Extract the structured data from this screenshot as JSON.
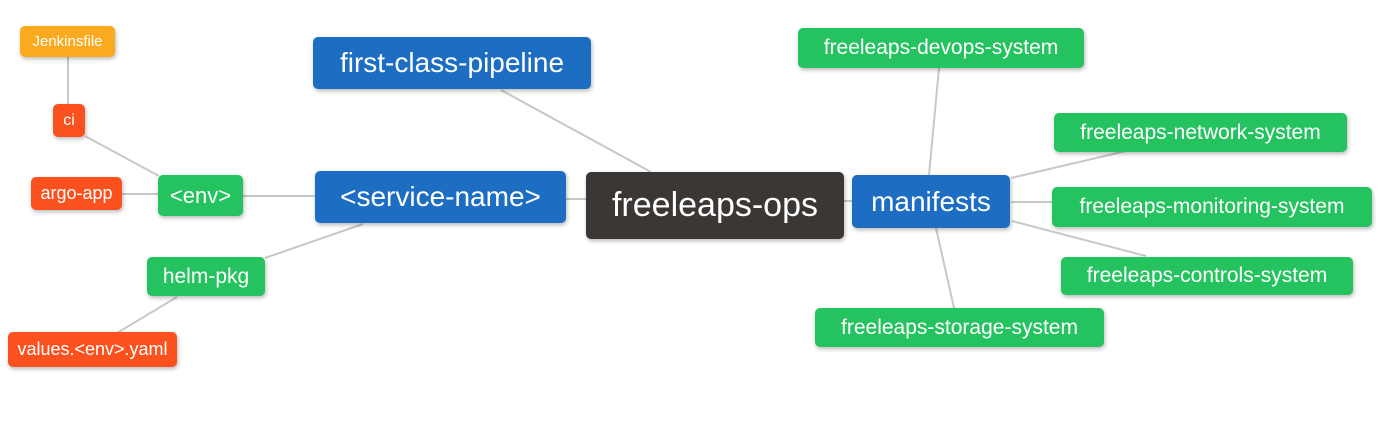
{
  "diagram": {
    "title": "freeleaps-ops repository mindmap",
    "root": "freeleaps-ops",
    "nodes": [
      {
        "id": "jenkinsfile",
        "label": "Jenkinsfile",
        "color": "orange"
      },
      {
        "id": "ci",
        "label": "ci",
        "color": "red"
      },
      {
        "id": "argo-app",
        "label": "argo-app",
        "color": "red"
      },
      {
        "id": "env",
        "label": "<env>",
        "color": "green"
      },
      {
        "id": "helm-pkg",
        "label": "helm-pkg",
        "color": "green"
      },
      {
        "id": "values-env-yaml",
        "label": "values.<env>.yaml",
        "color": "red"
      },
      {
        "id": "first-class-pipeline",
        "label": "first-class-pipeline",
        "color": "blue"
      },
      {
        "id": "service-name",
        "label": "<service-name>",
        "color": "blue"
      },
      {
        "id": "freeleaps-ops",
        "label": "freeleaps-ops",
        "color": "dark"
      },
      {
        "id": "manifests",
        "label": "manifests",
        "color": "blue"
      },
      {
        "id": "freeleaps-devops-system",
        "label": "freeleaps-devops-system",
        "color": "green"
      },
      {
        "id": "freeleaps-network-system",
        "label": "freeleaps-network-system",
        "color": "green"
      },
      {
        "id": "freeleaps-monitoring-system",
        "label": "freeleaps-monitoring-system",
        "color": "green"
      },
      {
        "id": "freeleaps-controls-system",
        "label": "freeleaps-controls-system",
        "color": "green"
      },
      {
        "id": "freeleaps-storage-system",
        "label": "freeleaps-storage-system",
        "color": "green"
      }
    ],
    "edges": [
      {
        "from": "jenkinsfile",
        "to": "ci"
      },
      {
        "from": "ci",
        "to": "env"
      },
      {
        "from": "argo-app",
        "to": "env"
      },
      {
        "from": "env",
        "to": "service-name"
      },
      {
        "from": "service-name",
        "to": "helm-pkg"
      },
      {
        "from": "helm-pkg",
        "to": "values-env-yaml"
      },
      {
        "from": "first-class-pipeline",
        "to": "freeleaps-ops"
      },
      {
        "from": "service-name",
        "to": "freeleaps-ops"
      },
      {
        "from": "freeleaps-ops",
        "to": "manifests"
      },
      {
        "from": "manifests",
        "to": "freeleaps-devops-system"
      },
      {
        "from": "manifests",
        "to": "freeleaps-network-system"
      },
      {
        "from": "manifests",
        "to": "freeleaps-monitoring-system"
      },
      {
        "from": "manifests",
        "to": "freeleaps-controls-system"
      },
      {
        "from": "manifests",
        "to": "freeleaps-storage-system"
      }
    ]
  },
  "colors": {
    "blue": "#1d6ec3",
    "green": "#25c360",
    "red": "#fb511f",
    "orange": "#fbaa1f",
    "dark": "#3b3735",
    "link": "#c8c8c8",
    "background": "#ffffff",
    "text": "#ffffff"
  }
}
